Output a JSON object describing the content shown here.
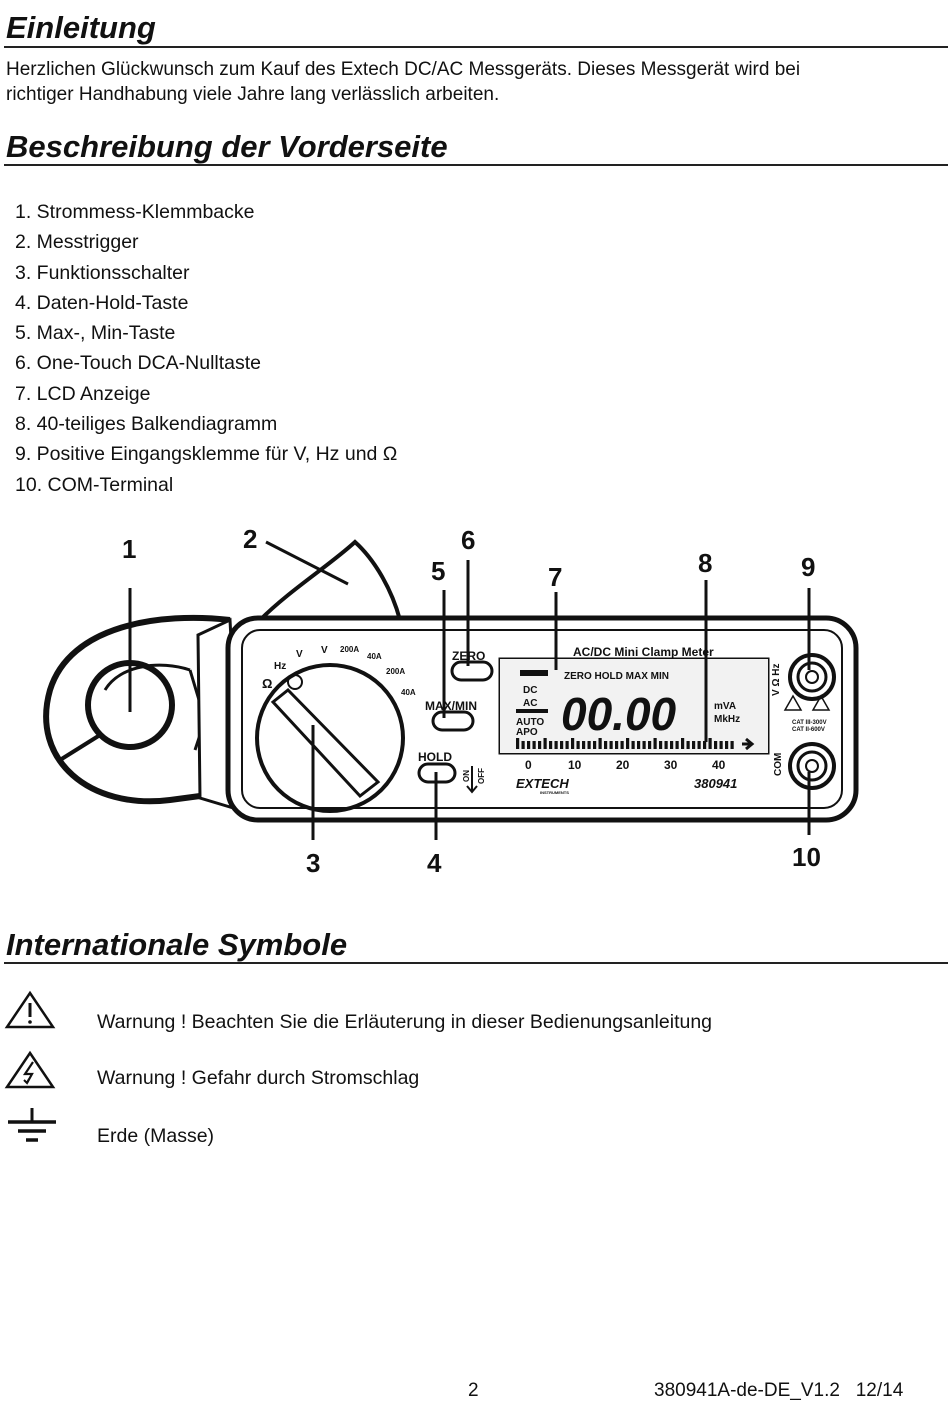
{
  "intro": {
    "heading": "Einleitung",
    "text_line1": "Herzlichen Glückwunsch zum Kauf des Extech DC/AC Messgeräts. Dieses Messgerät wird bei",
    "text_line2": "richtiger Handhabung viele Jahre lang verlässlich arbeiten."
  },
  "front": {
    "heading": "Beschreibung der Vorderseite",
    "items": [
      "1. Strommess-Klemmbacke",
      "2. Messtrigger",
      "3. Funktionsschalter",
      "4. Daten-Hold-Taste",
      "5.  Max-, Min-Taste",
      "6. One-Touch DCA-Nulltaste",
      "7. LCD Anzeige",
      "8. 40-teiliges Balkendiagramm",
      "9. Positive Eingangsklemme für V, Hz und Ω",
      "10. COM-Terminal"
    ]
  },
  "diagram": {
    "callouts": [
      "1",
      "2",
      "3",
      "4",
      "5",
      "6",
      "7",
      "8",
      "9",
      "10"
    ],
    "model_title": "AC/DC Mini Clamp Meter",
    "brand": "EXTECH",
    "brand_sub": "INSTRUMENTS",
    "model_number": "380941",
    "buttons": {
      "zero": "ZERO",
      "maxmin": "MAX/MIN",
      "hold": "HOLD"
    },
    "switch_labels": {
      "on": "ON",
      "off": "OFF"
    },
    "dial_labels": {
      "hz": "Hz",
      "ohm": "Ω",
      "v_ac": "V",
      "v_dc": "V",
      "a200_dc": "200A",
      "a40_dc": "40A",
      "a200_ac": "200A",
      "a40_ac": "40A"
    },
    "lcd": {
      "annunciators": "ZERO HOLD MAX MIN",
      "dc": "DC",
      "ac": "AC",
      "auto": "AUTO",
      "apo": "APO",
      "digits": "00.00",
      "unit1": "mVA",
      "unit2": "MkHz",
      "scale": [
        "0",
        "10",
        "20",
        "30",
        "40"
      ]
    },
    "terminals": {
      "vhz": "V Ω Hz",
      "com": "COM",
      "cat1": "CAT III-300V",
      "cat2": "CAT II-600V"
    }
  },
  "symbols": {
    "heading": "Internationale Symbole",
    "items": [
      {
        "icon": "warning-triangle-icon",
        "text": "Warnung ! Beachten Sie die Erläuterung in dieser Bedienungsanleitung"
      },
      {
        "icon": "shock-hazard-icon",
        "text": "Warnung ! Gefahr durch Stromschlag"
      },
      {
        "icon": "ground-icon",
        "text": "Erde (Masse)"
      }
    ]
  },
  "footer": {
    "page": "2",
    "doc_id": "380941A-de-DE_V1.2   12/14"
  }
}
